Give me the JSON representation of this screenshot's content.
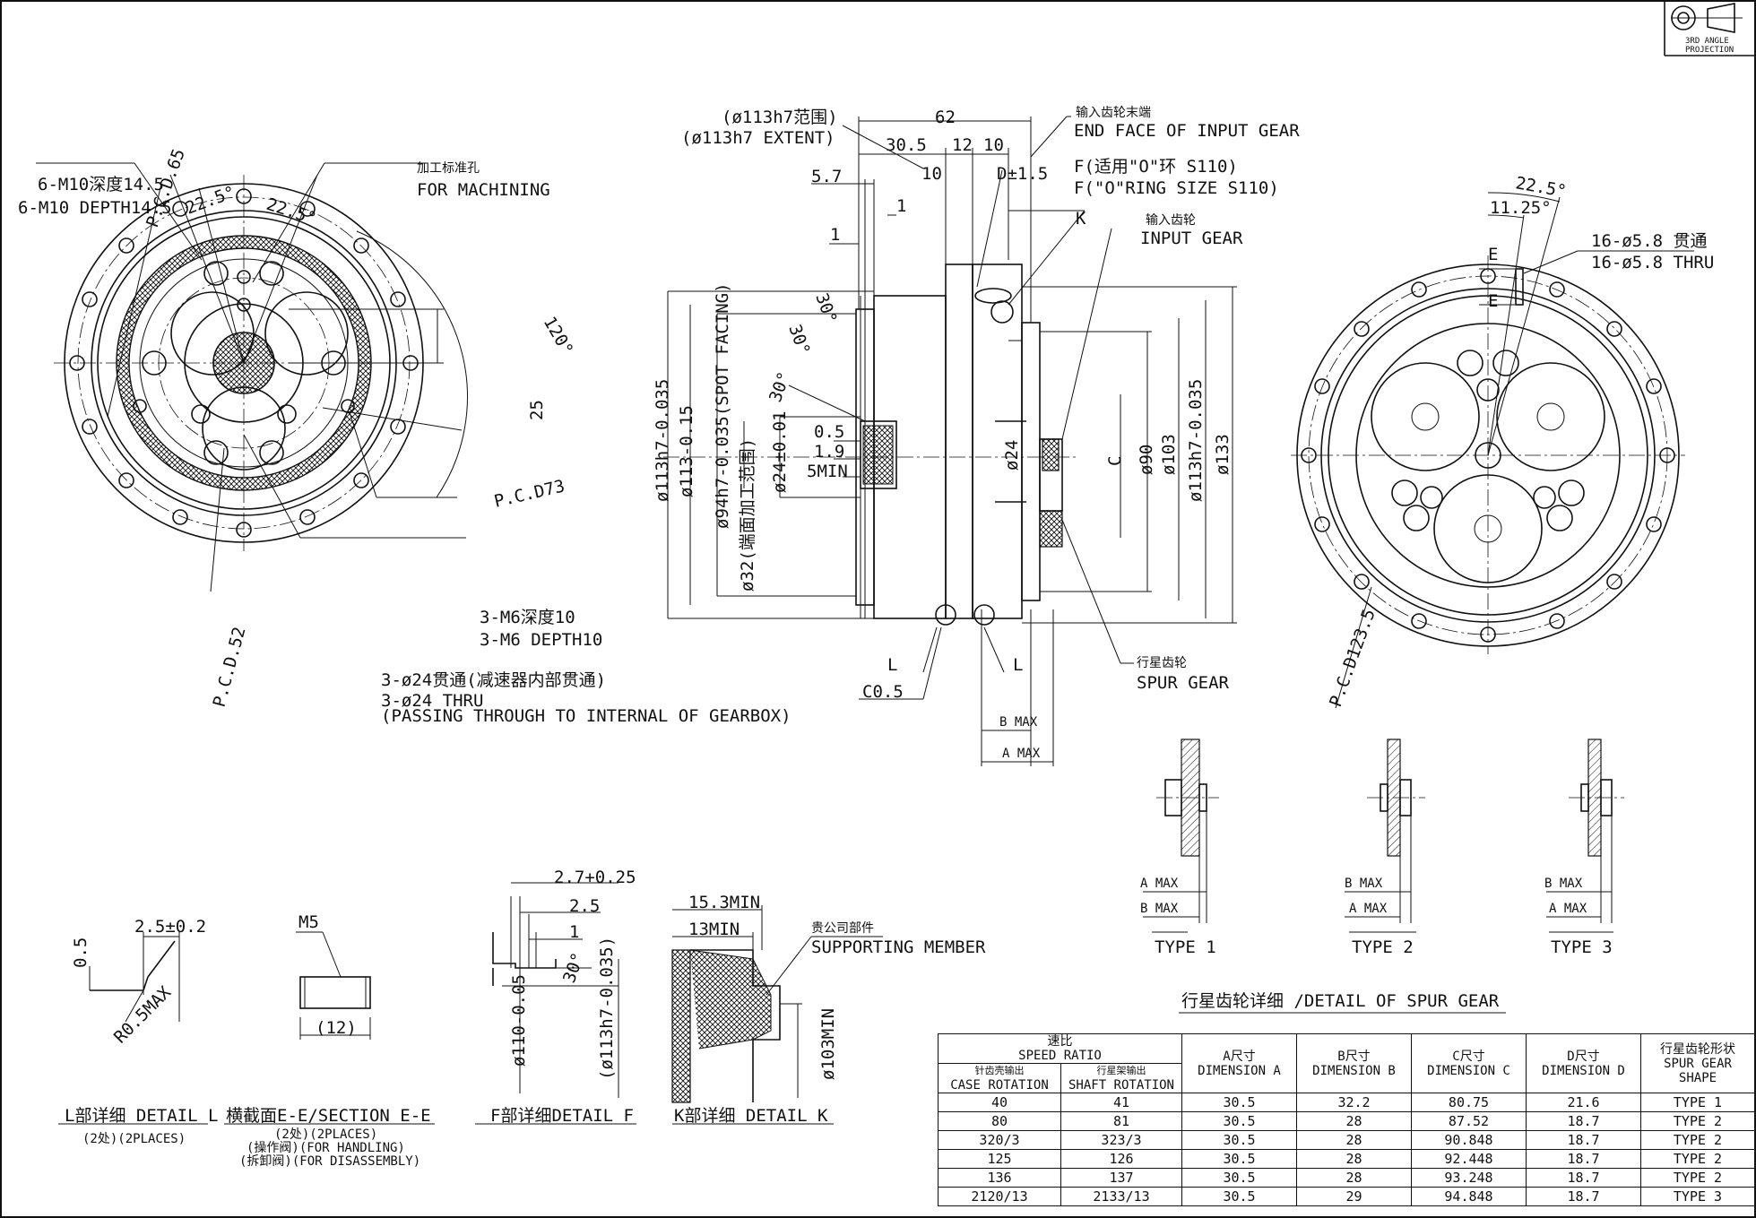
{
  "projection_symbol": {
    "label_line1": "3RD ANGLE",
    "label_line2": "PROJECTION"
  },
  "front_view": {
    "tapped_holes_cn": "6-M10深度14.5",
    "tapped_holes_en": "6-M10 DEPTH14.5",
    "angle_a": "22.5°",
    "angle_b": "22.5°",
    "angle_c": "120°",
    "ref_hole_cn": "加工标准孔",
    "ref_hole_en": "FOR MACHINING",
    "pcd_65": "P.C.D.65",
    "pcd_73": "P.C.D73",
    "pcd_52": "P.C.D.52",
    "dim_25": "25",
    "m6_cn": "3-M6深度10",
    "m6_en": "3-M6 DEPTH10",
    "thru24_cn": "3-ø24贯通(减速器内部贯通)",
    "thru24_en": "3-ø24 THRU",
    "thru24_note": "(PASSING THROUGH TO INTERNAL OF GEARBOX)"
  },
  "side_view": {
    "extent_cn": "(ø113h7范围)",
    "extent_en": "(ø113h7 EXTENT)",
    "dim_62": "62",
    "dim_30_5": "30.5",
    "dim_12": "12",
    "dim_10a": "10",
    "dim_10b": "10",
    "dim_d": "D±1.5",
    "dim_5_7": "5.7",
    "dim_1a": "1",
    "dim_1b": "1",
    "input_end_cn": "输入齿轮末端",
    "input_end_en": "END FACE OF INPUT GEAR",
    "oring_cn": "F(适用\"O\"环 S110)",
    "oring_en": "F(\"O\"RING SIZE S110)",
    "k_label": "K",
    "input_gear_cn": "输入齿轮",
    "input_gear_en": "INPUT GEAR",
    "ang_30a": "30°",
    "ang_30b": "30°",
    "ang_30c": "30°",
    "d_113a": "ø113h7-0.035",
    "d_113b": "ø113-0.15",
    "d_94": "ø94h7-0.035(SPOT FACING)",
    "d_32": "ø32(端面加工范围)",
    "d_24a": "ø24±0.01",
    "dim_0_5": "0.5",
    "dim_1_9": "1.9",
    "dim_5min": "5MIN",
    "d_24b": "ø24",
    "dim_c": "C",
    "d_90": "ø90",
    "d_103": "ø103",
    "d_113c": "ø113h7-0.035",
    "d_133": "ø133",
    "l_left": "L",
    "l_right": "L",
    "c0_5": "C0.5",
    "spur_cn": "行星齿轮",
    "spur_en": "SPUR GEAR",
    "b_max": "B MAX",
    "a_max": "A MAX"
  },
  "rear_view": {
    "angle_22_5": "22.5°",
    "angle_11_25": "11.25°",
    "e_top": "E",
    "e_bottom": "E",
    "thru_cn": "16-ø5.8 贯通",
    "thru_en": "16-ø5.8 THRU",
    "pcd_123_5": "P.C.D123.5"
  },
  "types": [
    {
      "name": "TYPE 1",
      "first": "A MAX",
      "second": "B MAX"
    },
    {
      "name": "TYPE 2",
      "first": "B MAX",
      "second": "A MAX"
    },
    {
      "name": "TYPE 3",
      "first": "B MAX",
      "second": "A MAX"
    }
  ],
  "details": {
    "l": {
      "dim_0_5": "0.5",
      "dim_2_5": "2.5±0.2",
      "r": "R0.5MAX",
      "title": "L部详细 DETAIL L",
      "note": "(2处)(2PLACES)"
    },
    "e": {
      "m5": "M5",
      "dim_12": "(12)",
      "title": "横截面E-E/SECTION E-E",
      "note1": "(2处)(2PLACES)",
      "note2": "(操作阀)(FOR HANDLING)",
      "note3": "(拆卸阀)(FOR DISASSEMBLY)"
    },
    "f": {
      "dim_2_7": "2.7+0.25",
      "dim_2_5": "2.5",
      "dim_1": "1",
      "ang": "30°",
      "d110": "ø110-0.05",
      "d113": "(ø113h7-0.035)",
      "title": "F部详细DETAIL F"
    },
    "k": {
      "dim_15_3": "15.3MIN",
      "dim_13": "13MIN",
      "support_cn": "贵公司部件",
      "support_en": "SUPPORTING MEMBER",
      "d103": "ø103MIN",
      "title": "K部详细 DETAIL K"
    }
  },
  "spur_table": {
    "title": "行星齿轮详细 /DETAIL OF SPUR GEAR",
    "h_speed_cn": "速比",
    "h_speed_en": "SPEED RATIO",
    "h_case_cn": "针齿壳输出",
    "h_case_en": "CASE ROTATION",
    "h_shaft_cn": "行星架输出",
    "h_shaft_en": "SHAFT ROTATION",
    "h_a_cn": "A尺寸",
    "h_a_en": "DIMENSION A",
    "h_b_cn": "B尺寸",
    "h_b_en": "DIMENSION B",
    "h_c_cn": "C尺寸",
    "h_c_en": "DIMENSION C",
    "h_d_cn": "D尺寸",
    "h_d_en": "DIMENSION D",
    "h_shape_cn": "行星齿轮形状",
    "h_shape_en": "SPUR GEAR SHAPE",
    "rows": [
      [
        "40",
        "41",
        "30.5",
        "32.2",
        "80.75",
        "21.6",
        "TYPE 1"
      ],
      [
        "80",
        "81",
        "30.5",
        "28",
        "87.52",
        "18.7",
        "TYPE 2"
      ],
      [
        "320/3",
        "323/3",
        "30.5",
        "28",
        "90.848",
        "18.7",
        "TYPE 2"
      ],
      [
        "125",
        "126",
        "30.5",
        "28",
        "92.448",
        "18.7",
        "TYPE 2"
      ],
      [
        "136",
        "137",
        "30.5",
        "28",
        "93.248",
        "18.7",
        "TYPE 2"
      ],
      [
        "2120/13",
        "2133/13",
        "30.5",
        "29",
        "94.848",
        "18.7",
        "TYPE 3"
      ]
    ]
  }
}
